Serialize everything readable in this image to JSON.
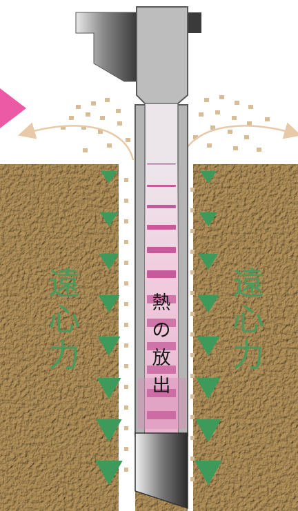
{
  "labels": {
    "centrifugal_left": [
      "遠",
      "心",
      "力"
    ],
    "centrifugal_right": [
      "遠",
      "心",
      "力"
    ],
    "heat_release": [
      "熱",
      "の",
      "放",
      "出"
    ]
  },
  "colors": {
    "soil": "#c9b28a",
    "pipe_steel": "#b4b4b4",
    "heat_pink": "#c65a9a",
    "force_arrow_green": "#3e9a5a",
    "label_green": "#4a9a5e",
    "direction_arrow_pink": "#ec5aa6",
    "spray_arrow": "#e8c9a8"
  },
  "icons": {
    "direction_indicator": "pink-right-triangle",
    "force_marker": "green-down-triangle",
    "flow_arrow": "curved-arrow"
  }
}
